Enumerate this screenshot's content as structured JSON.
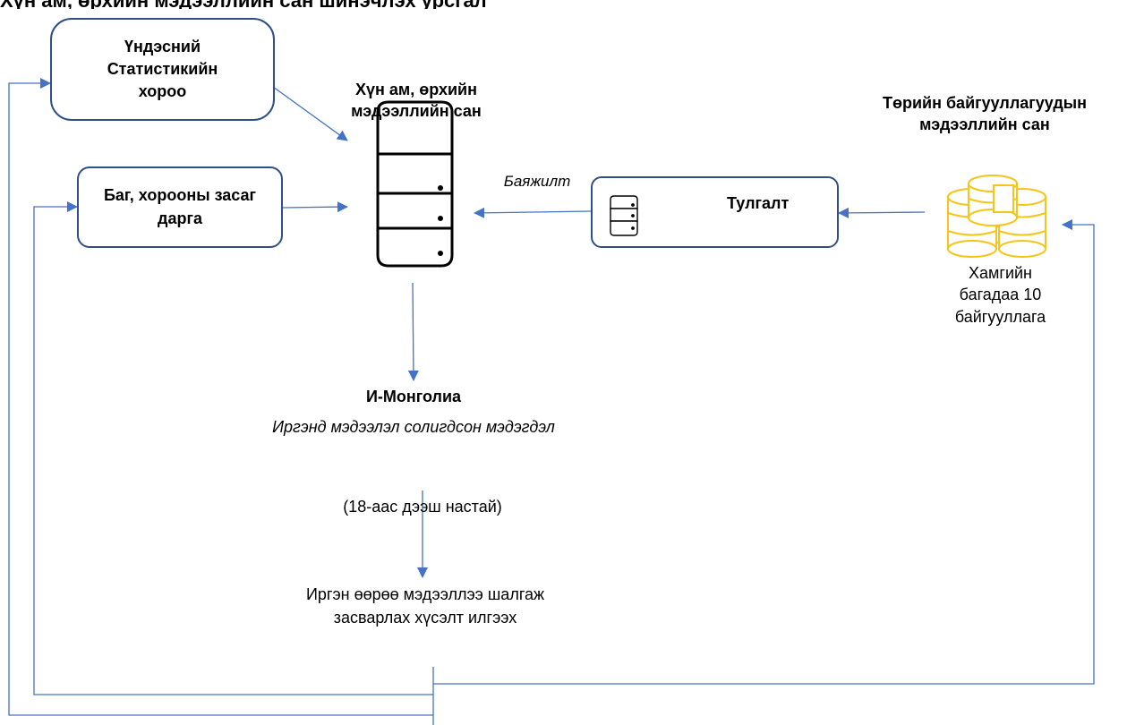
{
  "header": {
    "title_clipped": "Хүн ам, өрхийн мэдээллийн сан шинэчлэх урсгал"
  },
  "nodes": {
    "nsc": {
      "label": "Үндэсний Статистикийн хороо"
    },
    "governor": {
      "label": "Баг, хорооны засаг дарга"
    },
    "core_db": {
      "title": "Хүн ам, өрхийн мэдээллийн сан"
    },
    "matching": {
      "label": "Тулгалт"
    },
    "state_db": {
      "title": "Төрийн байгууллагуудын мэдээллийн сан",
      "note": "Хамгийн багадаа 10 байгууллага"
    },
    "emongolia": {
      "title": "И-Монголиа",
      "subtitle": "Иргэнд мэдээлэл солигдсон мэдэгдэл",
      "age": "(18-аас дээш настай)"
    },
    "citizen": {
      "text": "Иргэн өөрөө мэдээллээ шалгаж засварлах хүсэлт илгээх"
    }
  },
  "edges": {
    "enrichment_label": "Баяжилт"
  },
  "colors": {
    "arrow": "#4472c4",
    "box_border": "#2f4f86",
    "gold": "#f5c518"
  }
}
